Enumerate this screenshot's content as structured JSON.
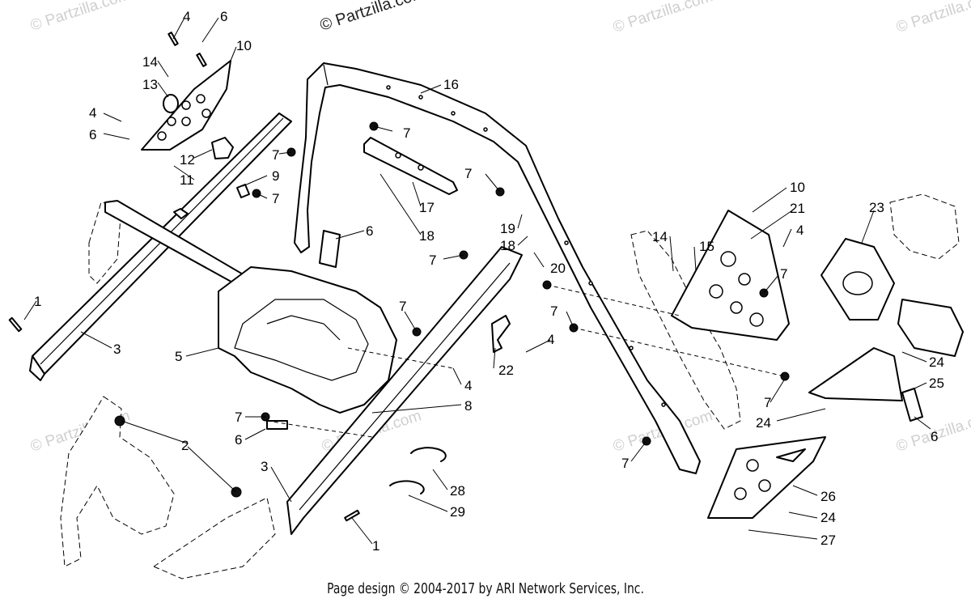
{
  "watermark": {
    "text": "© Partzilla.com",
    "title_text": "© Partzilla.com"
  },
  "footer": {
    "text": "Page design © 2004-2017 by ARI Network Services, Inc."
  },
  "callouts": [
    {
      "id": "c1",
      "label": "4"
    },
    {
      "id": "c2",
      "label": "6"
    },
    {
      "id": "c3",
      "label": "10"
    },
    {
      "id": "c4",
      "label": "14"
    },
    {
      "id": "c5",
      "label": "13"
    },
    {
      "id": "c6",
      "label": "4"
    },
    {
      "id": "c7",
      "label": "6"
    },
    {
      "id": "c8",
      "label": "12"
    },
    {
      "id": "c9",
      "label": "11"
    },
    {
      "id": "c10",
      "label": "7"
    },
    {
      "id": "c11",
      "label": "9"
    },
    {
      "id": "c12",
      "label": "7"
    },
    {
      "id": "c13",
      "label": "16"
    },
    {
      "id": "c14",
      "label": "7"
    },
    {
      "id": "c15",
      "label": "17"
    },
    {
      "id": "c16",
      "label": "18"
    },
    {
      "id": "c17",
      "label": "7"
    },
    {
      "id": "c18",
      "label": "19"
    },
    {
      "id": "c19",
      "label": "18"
    },
    {
      "id": "c20",
      "label": "20"
    },
    {
      "id": "c21",
      "label": "7"
    },
    {
      "id": "c22",
      "label": "6"
    },
    {
      "id": "c23",
      "label": "1"
    },
    {
      "id": "c24",
      "label": "3"
    },
    {
      "id": "c25",
      "label": "5"
    },
    {
      "id": "c26",
      "label": "7"
    },
    {
      "id": "c27",
      "label": "4"
    },
    {
      "id": "c28",
      "label": "7"
    },
    {
      "id": "c29",
      "label": "22"
    },
    {
      "id": "c30",
      "label": "4"
    },
    {
      "id": "c31",
      "label": "8"
    },
    {
      "id": "c32",
      "label": "10"
    },
    {
      "id": "c33",
      "label": "21"
    },
    {
      "id": "c34",
      "label": "4"
    },
    {
      "id": "c35",
      "label": "14"
    },
    {
      "id": "c36",
      "label": "15"
    },
    {
      "id": "c37",
      "label": "7"
    },
    {
      "id": "c38",
      "label": "23"
    },
    {
      "id": "c39",
      "label": "24"
    },
    {
      "id": "c40",
      "label": "25"
    },
    {
      "id": "c41",
      "label": "7"
    },
    {
      "id": "c42",
      "label": "24"
    },
    {
      "id": "c43",
      "label": "6"
    },
    {
      "id": "c44",
      "label": "2"
    },
    {
      "id": "c45",
      "label": "7"
    },
    {
      "id": "c46",
      "label": "6"
    },
    {
      "id": "c47",
      "label": "3"
    },
    {
      "id": "c48",
      "label": "28"
    },
    {
      "id": "c49",
      "label": "29"
    },
    {
      "id": "c50",
      "label": "1"
    },
    {
      "id": "c51",
      "label": "7"
    },
    {
      "id": "c52",
      "label": "26"
    },
    {
      "id": "c53",
      "label": "24"
    },
    {
      "id": "c54",
      "label": "27"
    }
  ]
}
